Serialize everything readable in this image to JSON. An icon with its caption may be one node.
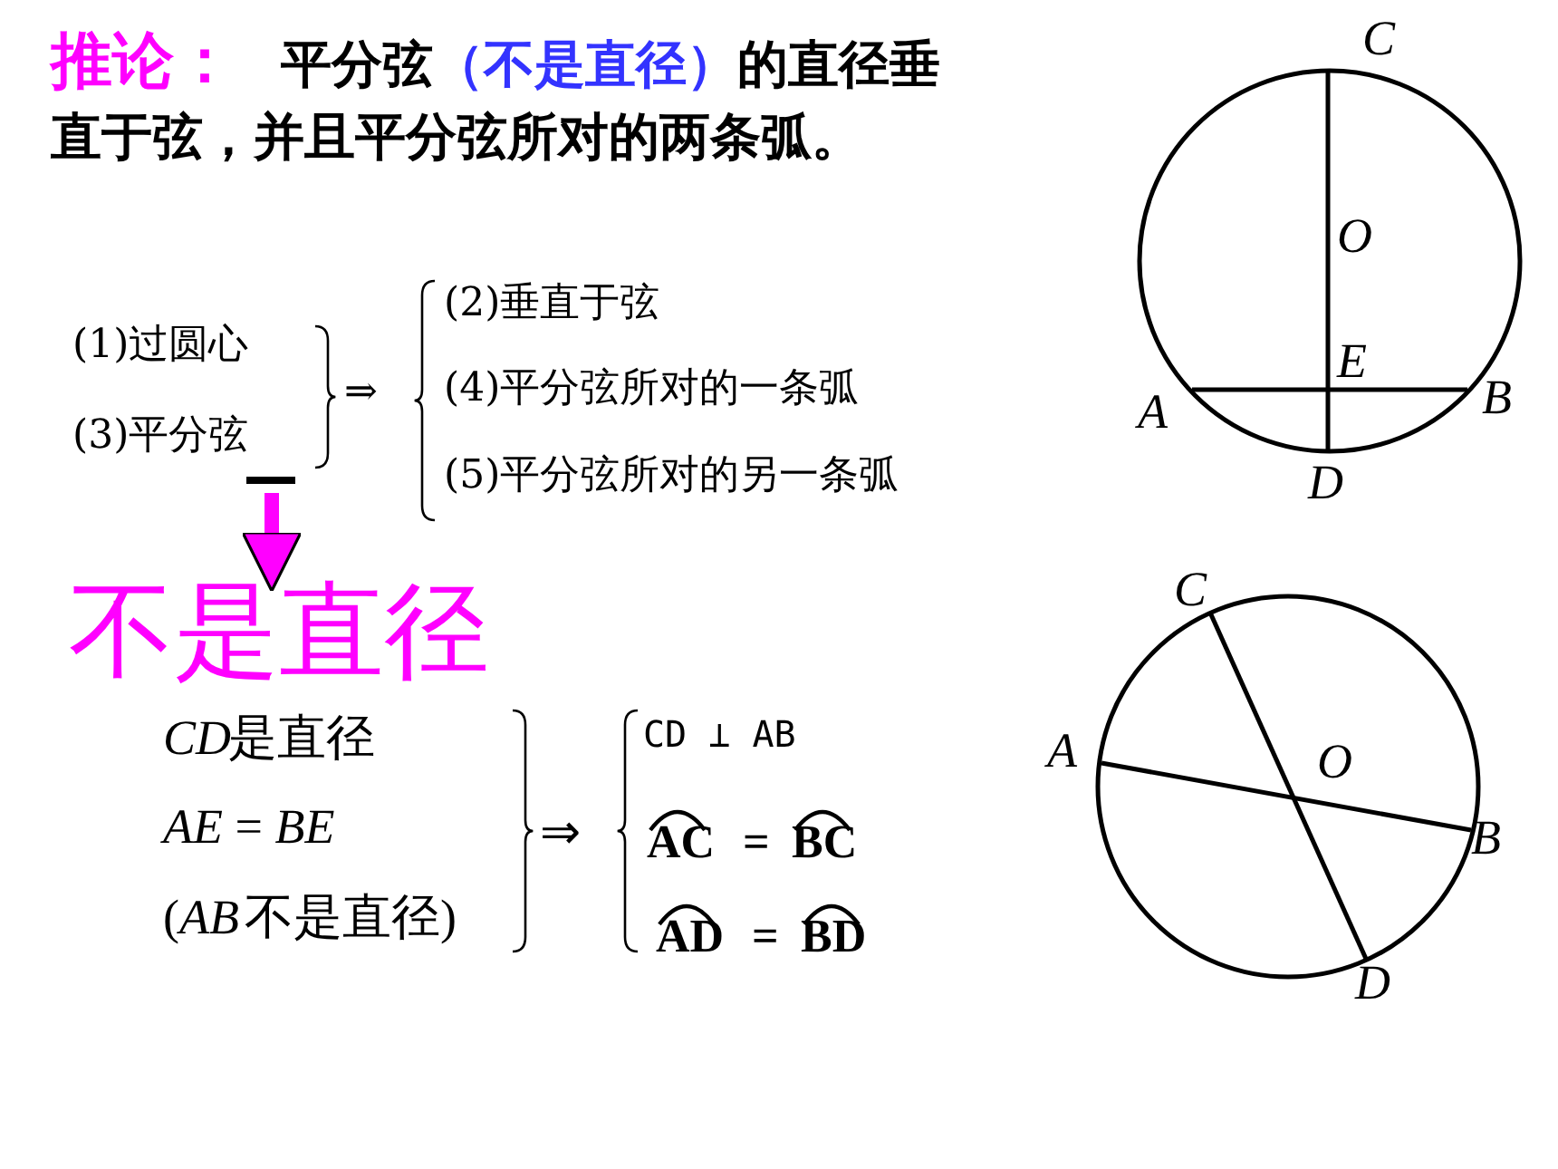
{
  "diagram": {
    "title": "推论：",
    "nodes": [
      {
        "text": [
          "(3)平分弦"
        ]
      },
      {
        "text": [
          "不是直径"
        ]
      }
    ],
    "edges": [
      {
        "from": 0,
        "to": 1,
        "arrow": "to"
      }
    ],
    "labels": [
      "平分弦**（不是直径）**的直径垂直于弦，并且平分弦所对的两条弧。",
      "(1)过圆心",
      "⇒",
      "(2)垂直于弦",
      "(4)平分弦所对的一条弧",
      "(5)平分弦所对的另一条弧",
      "C",
      "O",
      "E",
      "A",
      "B",
      "D",
      "CD",
      "是直径",
      "*AE* = *BE*",
      "(",
      "AB",
      "不是直径)",
      "⇒",
      "CD ⊥ AB",
      "AC",
      "=",
      "BC",
      "AD",
      "=",
      "BD",
      "C",
      "A",
      "O",
      "B",
      "D"
    ]
  }
}
